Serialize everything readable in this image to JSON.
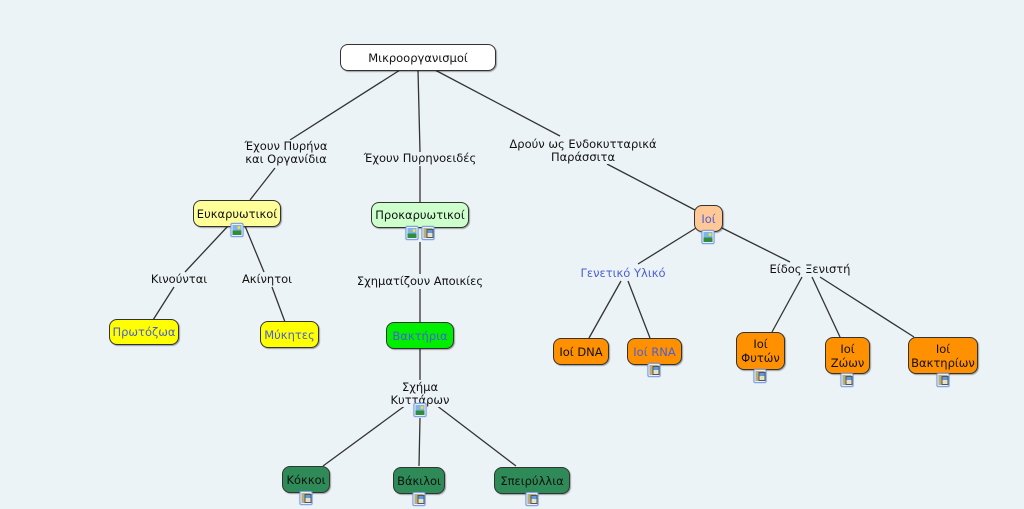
{
  "title": "Μικροοργανισμοί concept map",
  "colors": {
    "background": "#ecf3f6",
    "line": "#333333",
    "linked_text": "#4a5fd8"
  },
  "nodes": {
    "root": {
      "text": "Μικροοργανισμοί",
      "fill": "#ffffff"
    },
    "eukaryotes": {
      "text": "Ευκαρυωτικοί",
      "fill": "#ffff99"
    },
    "prokaryotes": {
      "text": "Προκαρυωτικοί",
      "fill": "#ccffcc"
    },
    "viruses": {
      "text": "Ιοί",
      "fill": "#ffc896"
    },
    "protozoa": {
      "text": "Πρωτόζωα",
      "fill": "#ffff00"
    },
    "fungi": {
      "text": "Μύκητες",
      "fill": "#ffff00"
    },
    "bacteria": {
      "text": "Βακτήρια",
      "fill": "#00ee00"
    },
    "cocci": {
      "text": "Κόκκοι",
      "fill": "#2e8b57"
    },
    "bacilli": {
      "text": "Βάκιλοι",
      "fill": "#2e8b57"
    },
    "spirilla": {
      "text": "Σπειρύλλια",
      "fill": "#2e8b57"
    },
    "dna_viruses": {
      "text": "Ιοί DNA",
      "fill": "#ff9000"
    },
    "rna_viruses": {
      "text": "Ιοί RNA",
      "fill": "#ff9000"
    },
    "plant_viruses": {
      "text": "Ιοί\nΦυτών",
      "fill": "#ff9000"
    },
    "animal_viruses": {
      "text": "Ιοί\nΖώων",
      "fill": "#ff9000"
    },
    "bacteriophages": {
      "text": "Ιοί\nΒακτηρίων",
      "fill": "#ff9000"
    }
  },
  "linking_phrases": {
    "nucleus_organelles": "Έχουν Πυρήνα\nκαι Οργανίδια",
    "nucleoid": "Έχουν Πυρηνοειδές",
    "parasites": "Δρούν ως Ενδοκυτταρικά\nΠαράσσιτα",
    "move": "Κινούνται",
    "immobile": "Ακίνητοι",
    "colonies": "Σχηματίζουν Αποικίες",
    "cell_shape": "Σχήμα\nΚυττάρων",
    "genetic_material": "Γενετικό Υλικό",
    "host_type": "Είδος Ξενιστή"
  },
  "resource_icons": {
    "image": "image-resource-icon",
    "document": "document-resource-icon"
  }
}
